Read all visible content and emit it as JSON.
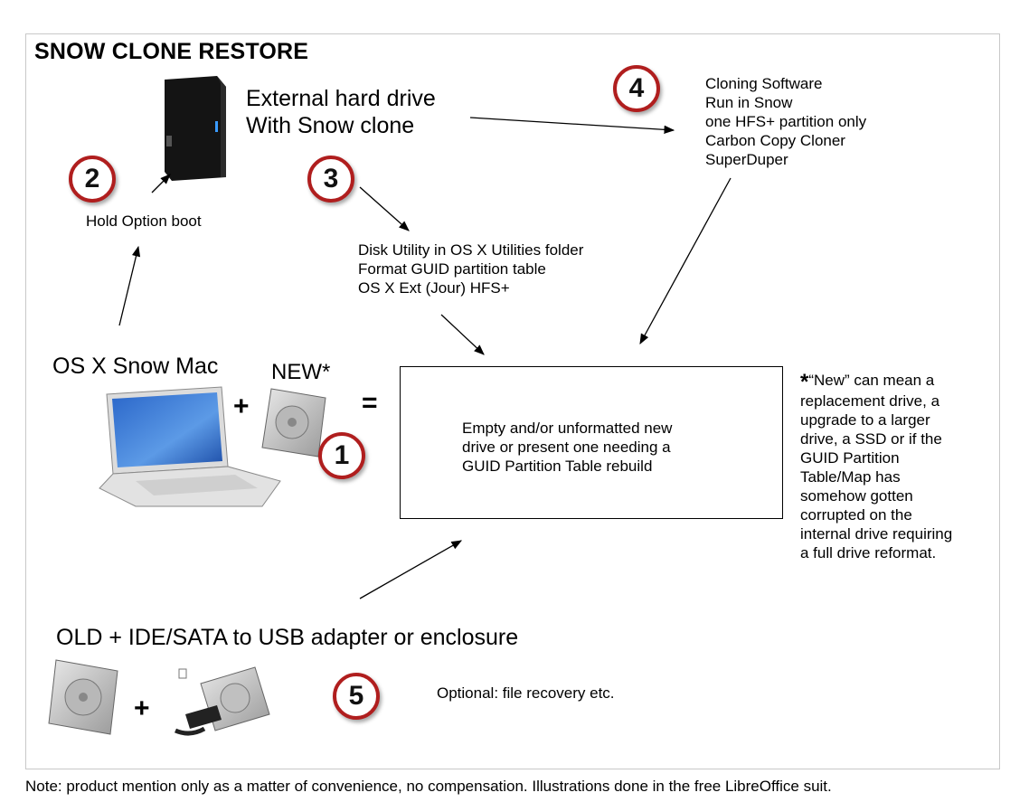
{
  "title": "SNOW CLONE RESTORE",
  "external_drive": {
    "line1": "External hard drive",
    "line2": "With Snow clone"
  },
  "step2": {
    "number": "2",
    "label": "Hold Option boot"
  },
  "step3": {
    "number": "3",
    "lines": [
      "Disk Utility  in OS X Utilities folder",
      "Format GUID partition table",
      "OS X Ext (Jour)  HFS+"
    ]
  },
  "step4": {
    "number": "4",
    "lines": [
      "Cloning Software",
      "Run in Snow",
      "one HFS+ partition only",
      "Carbon Copy Cloner",
      "SuperDuper"
    ]
  },
  "mac": {
    "label": "OS X Snow Mac",
    "new_label": "NEW*",
    "plus": "+",
    "equals": "="
  },
  "step1": {
    "number": "1"
  },
  "main_box": {
    "lines": [
      "Empty and/or unformatted new",
      "drive or present one needing a",
      "GUID Partition Table rebuild"
    ]
  },
  "side_note": {
    "star": "*",
    "lines": [
      "“New” can mean a",
      "replacement drive, a",
      "upgrade to a larger",
      "drive, a SSD or if the",
      "GUID Partition",
      "Table/Map has",
      "somehow gotten",
      "corrupted on the",
      "internal drive requiring",
      "a full drive reformat."
    ]
  },
  "old": {
    "label": "OLD  + IDE/SATA to USB adapter or enclosure",
    "plus": "+"
  },
  "step5": {
    "number": "5",
    "label": "Optional: file recovery etc."
  },
  "footer": "Note: product mention only as a matter of convenience, no compensation. Illustrations done in the free LibreOffice suit.",
  "colors": {
    "circle_border": "#b01e1e",
    "drive_body": "#141414",
    "drive_led": "#3a9bff",
    "hdd_silver": "#c9c9c9"
  }
}
